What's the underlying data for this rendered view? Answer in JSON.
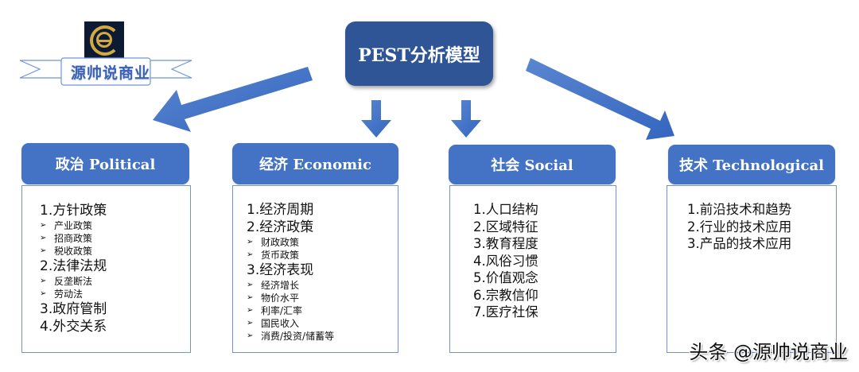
{
  "logo": {
    "text": "源帅说商业"
  },
  "title": "PEST分析模型",
  "colors": {
    "title_bg": "#2f5597",
    "header_bg": "#4472c4",
    "arrow": "#4472c4",
    "body_border": "#6f95d6"
  },
  "categories": [
    {
      "header": "政治 Political",
      "items": [
        {
          "type": "main",
          "text": "1.方针政策"
        },
        {
          "type": "sub",
          "text": "产业政策"
        },
        {
          "type": "sub",
          "text": "招商政策"
        },
        {
          "type": "sub",
          "text": "税收政策"
        },
        {
          "type": "main",
          "text": "2.法律法规"
        },
        {
          "type": "sub",
          "text": "反垄断法"
        },
        {
          "type": "sub",
          "text": "劳动法"
        },
        {
          "type": "main",
          "text": "3.政府管制"
        },
        {
          "type": "main",
          "text": "4.外交关系"
        }
      ]
    },
    {
      "header": "经济 Economic",
      "items": [
        {
          "type": "main",
          "text": "1.经济周期"
        },
        {
          "type": "main",
          "text": "2.经济政策"
        },
        {
          "type": "sub",
          "text": "财政政策"
        },
        {
          "type": "sub",
          "text": "货币政策"
        },
        {
          "type": "main",
          "text": "3.经济表现"
        },
        {
          "type": "sub",
          "text": "经济增长"
        },
        {
          "type": "sub",
          "text": "物价水平"
        },
        {
          "type": "sub",
          "text": "利率/汇率"
        },
        {
          "type": "sub",
          "text": "国民收入"
        },
        {
          "type": "sub",
          "text": "消费/投资/储蓄等"
        }
      ]
    },
    {
      "header": "社会 Social",
      "items": [
        {
          "type": "main",
          "text": "1.人口结构"
        },
        {
          "type": "main",
          "text": "2.区域特征"
        },
        {
          "type": "main",
          "text": "3.教育程度"
        },
        {
          "type": "main",
          "text": "4.风俗习惯"
        },
        {
          "type": "main",
          "text": "5.价值观念"
        },
        {
          "type": "main",
          "text": "6.宗教信仰"
        },
        {
          "type": "main",
          "text": "7.医疗社保"
        }
      ]
    },
    {
      "header": "技术 Technological",
      "items": [
        {
          "type": "main",
          "text": "1.前沿技术和趋势"
        },
        {
          "type": "main",
          "text": "2.行业的技术应用"
        },
        {
          "type": "main",
          "text": "3.产品的技术应用"
        }
      ]
    }
  ],
  "bullet_glyph": "➢",
  "watermark": "头条 @源帅说商业"
}
